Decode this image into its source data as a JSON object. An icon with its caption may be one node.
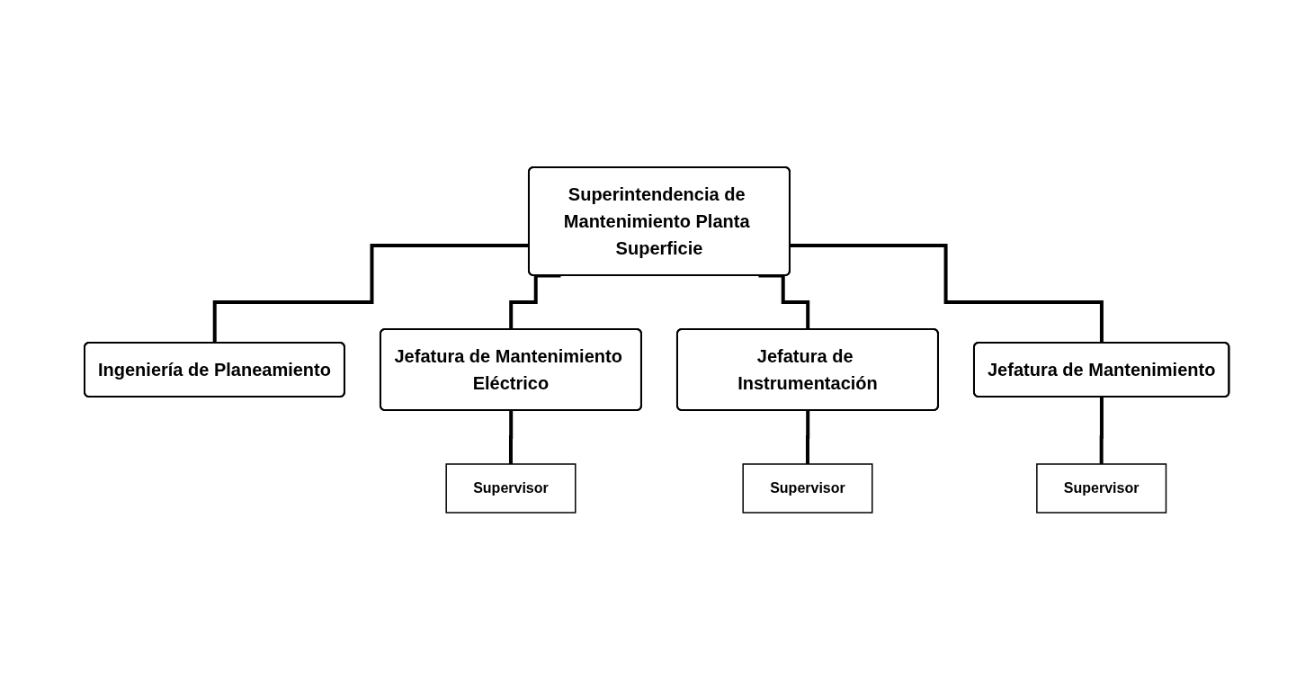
{
  "diagram": {
    "nodes": [
      {
        "text": [
          "Superintendencia de Mantenimiento Planta Superficie"
        ]
      },
      {
        "text": [
          "Ingeniería de Planeamiento"
        ]
      },
      {
        "text": [
          "Jefatura de Mantenimiento Eléctrico"
        ]
      },
      {
        "text": [
          "Jefatura de Instrumentación"
        ]
      },
      {
        "text": [
          "Jefatura de Mantenimiento"
        ]
      },
      {
        "text": [
          "Supervisor"
        ]
      },
      {
        "text": [
          "Supervisor"
        ]
      },
      {
        "text": [
          "Supervisor"
        ]
      }
    ],
    "edges": [
      {
        "from": 0,
        "to": 1,
        "arrow": "none"
      },
      {
        "from": 0,
        "to": 2,
        "arrow": "none"
      },
      {
        "from": 0,
        "to": 3,
        "arrow": "none"
      },
      {
        "from": 0,
        "to": 4,
        "arrow": "none"
      },
      {
        "from": 2,
        "to": 5,
        "arrow": "none"
      },
      {
        "from": 3,
        "to": 6,
        "arrow": "none"
      },
      {
        "from": 4,
        "to": 7,
        "arrow": "none"
      }
    ]
  }
}
